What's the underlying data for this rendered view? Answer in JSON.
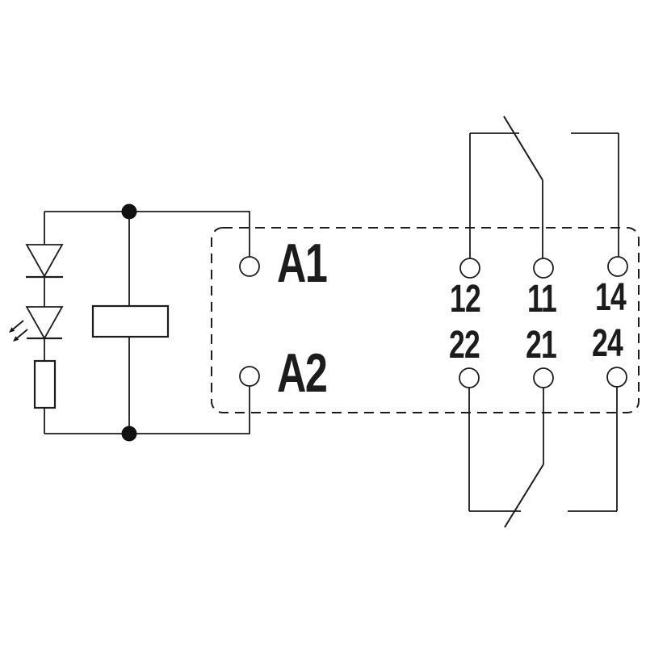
{
  "diagram": {
    "type": "relay-wiring-schematic",
    "background_color": "#ffffff",
    "line_color": "#1c1c1c",
    "coil": {
      "a1_label": "A1",
      "a2_label": "A2"
    },
    "contacts": {
      "top": {
        "nc": "12",
        "com": "11",
        "no": "14"
      },
      "bottom": {
        "nc": "22",
        "com": "21",
        "no": "24"
      }
    }
  }
}
